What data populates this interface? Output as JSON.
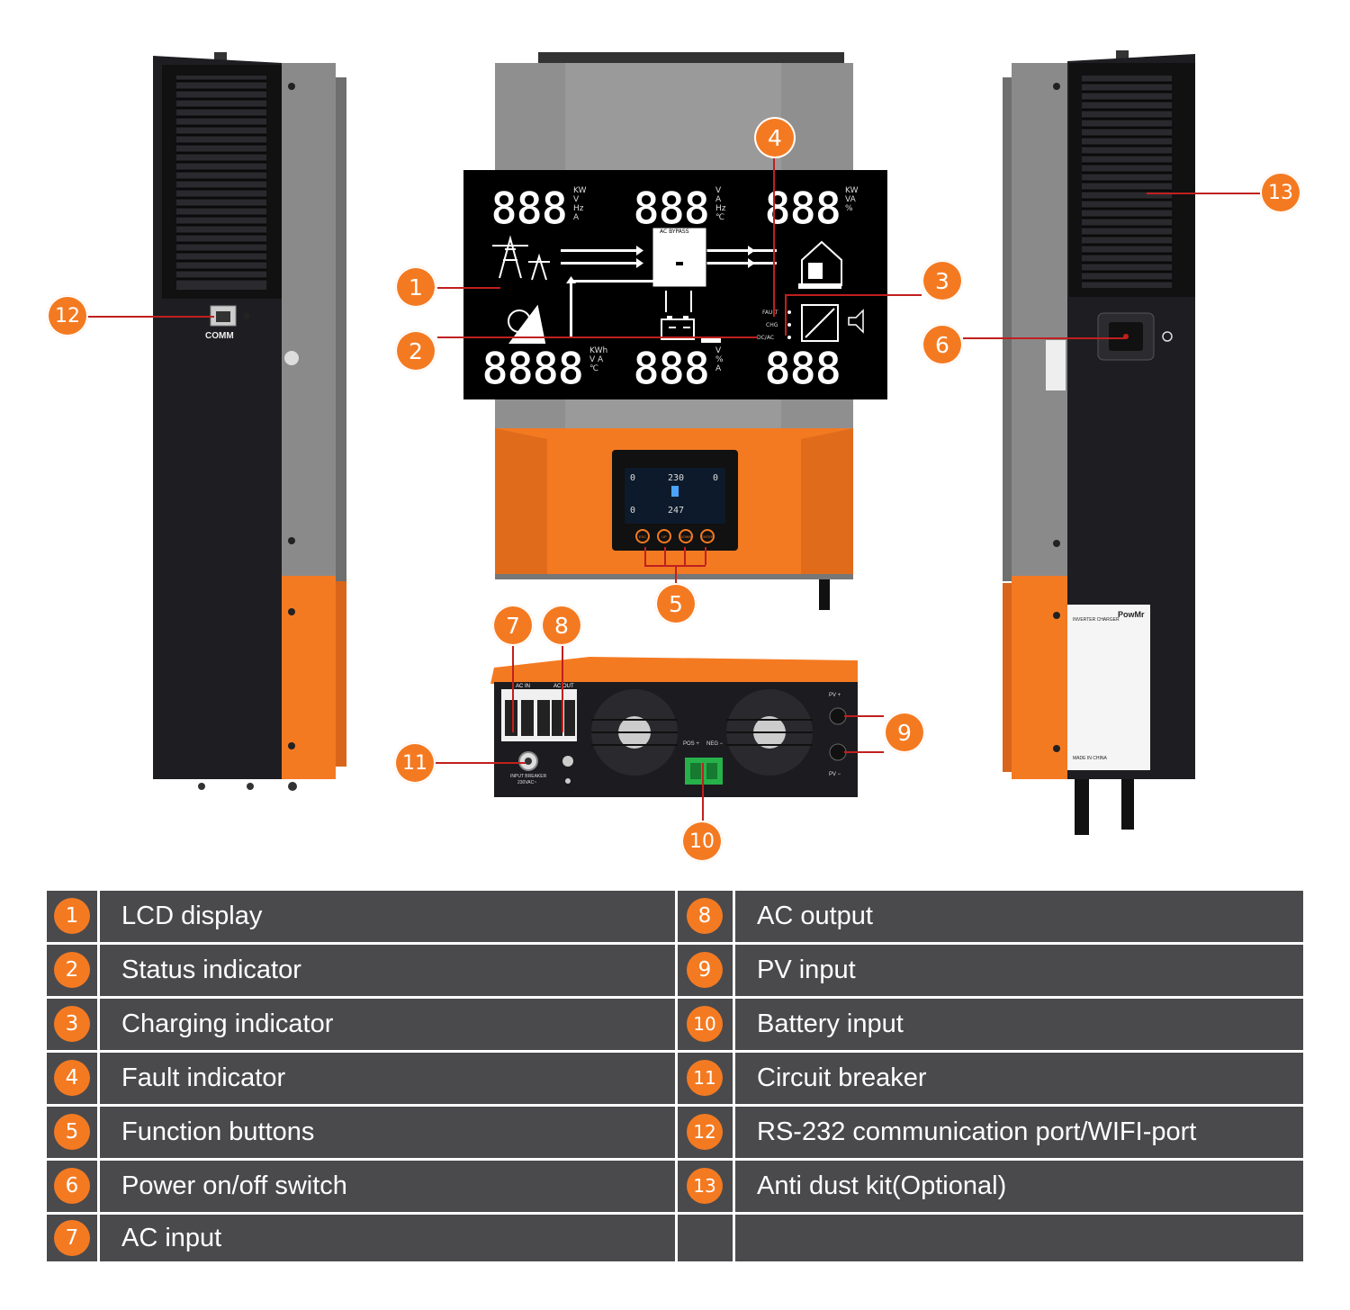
{
  "colors": {
    "accent": "#f47a22",
    "leader": "#c0201e",
    "table_bg": "#4a4a4c",
    "lcd_bg": "#000000"
  },
  "callouts": {
    "c1": "1",
    "c2": "2",
    "c3": "3",
    "c4": "4",
    "c5": "5",
    "c6": "6",
    "c7": "7",
    "c8": "8",
    "c9": "9",
    "c10": "10",
    "c11": "11",
    "c12": "12",
    "c13": "13"
  },
  "lcd": {
    "top_left": "888",
    "top_left_units": "KW V Hz A",
    "top_mid": "888",
    "top_mid_units": "V A Hz ℃",
    "top_right": "888",
    "top_right_units": "KW VA %",
    "bottom_left": "8888",
    "bottom_left_units": "KWh V A ℃",
    "bottom_mid": "888",
    "bottom_mid_units": "V % A",
    "bottom_right": "888",
    "bypass_label": "AC BYPASS",
    "fault_label": "FAULT",
    "chg_label": "CHG",
    "dcac_label": "DC/AC"
  },
  "small_lcd": {
    "top_left": "0",
    "top_mid": "230",
    "top_right": "0",
    "bottom_left": "0",
    "bottom_mid": "247"
  },
  "buttons": [
    "ESC",
    "UP",
    "DOWN",
    "ENTER"
  ],
  "left_unit": {
    "port_label": "COMM"
  },
  "bottom_unit": {
    "ac_in_label": "AC IN",
    "ac_out_label": "AC OUT",
    "breaker_label": "INPUT BREAKER",
    "breaker_rating": "230VAC~",
    "pos_label": "POS +",
    "neg_label": "NEG −",
    "pv_pos": "PV +",
    "pv_neg": "PV −"
  },
  "right_unit": {
    "brand": "PowMr",
    "label_title": "INVERTER CHARGER",
    "made_in": "MADE IN CHINA"
  },
  "legend": {
    "left": [
      {
        "num": "1",
        "text": "LCD display"
      },
      {
        "num": "2",
        "text": "Status indicator"
      },
      {
        "num": "3",
        "text": "Charging indicator"
      },
      {
        "num": "4",
        "text": "Fault indicator"
      },
      {
        "num": "5",
        "text": "Function buttons"
      },
      {
        "num": "6",
        "text": "Power on/off switch"
      },
      {
        "num": "7",
        "text": "AC input"
      }
    ],
    "right": [
      {
        "num": "8",
        "text": "AC output"
      },
      {
        "num": "9",
        "text": "PV input"
      },
      {
        "num": "10",
        "text": "Battery input"
      },
      {
        "num": "11",
        "text": "Circuit breaker"
      },
      {
        "num": "12",
        "text": "RS-232 communication port/WIFI-port"
      },
      {
        "num": "13",
        "text": "Anti dust kit(Optional)"
      }
    ]
  }
}
